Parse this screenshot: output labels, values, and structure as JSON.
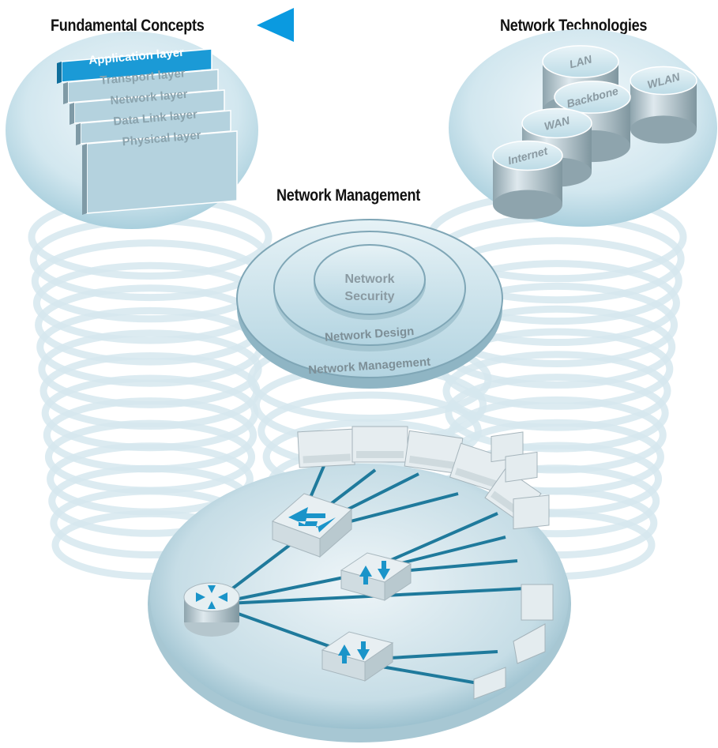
{
  "headings": {
    "fundamental": "Fundamental Concepts",
    "technologies": "Network Technologies",
    "management": "Network Management"
  },
  "osi_layers": [
    {
      "label": "Application layer",
      "highlighted": true
    },
    {
      "label": "Transport layer",
      "highlighted": false
    },
    {
      "label": "Network layer",
      "highlighted": false
    },
    {
      "label": "Data Link layer",
      "highlighted": false
    },
    {
      "label": "Physical layer",
      "highlighted": false
    }
  ],
  "technologies": [
    "LAN",
    "WLAN",
    "Backbone",
    "WAN",
    "Internet"
  ],
  "management_rings": {
    "inner": [
      "Network",
      "Security"
    ],
    "middle": "Network Design",
    "outer": "Network Management"
  },
  "colors": {
    "accent": "#0a9ae0",
    "highlight_layer": "#1b9ad6",
    "link_line": "#1f7a9c",
    "bubble": "#b8dce8",
    "layer_face": "#b4d2de"
  }
}
